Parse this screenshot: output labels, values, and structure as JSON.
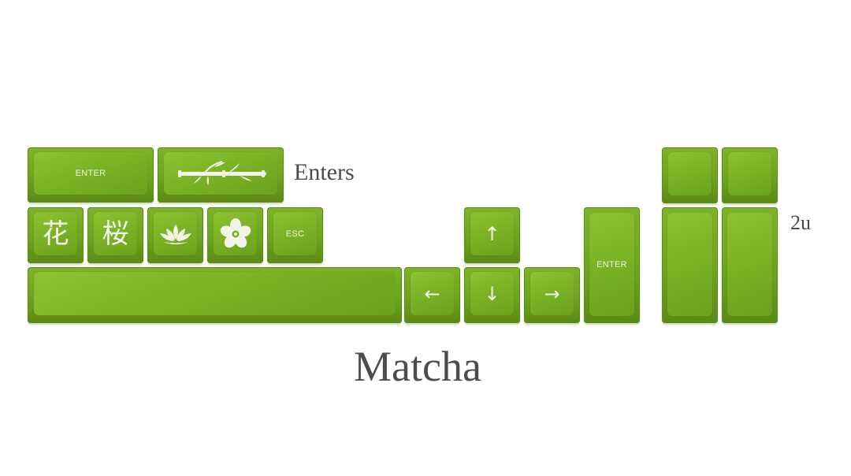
{
  "labels": {
    "enters": "Enters",
    "two_u": "2u",
    "title": "Matcha"
  },
  "keys": {
    "enter_wide": "ENTER",
    "kanji_flower": "花",
    "kanji_sakura": "桜",
    "esc": "ESC",
    "arrow_up": "↑",
    "arrow_left": "←",
    "arrow_down": "↓",
    "arrow_right": "→",
    "enter_tall": "ENTER"
  },
  "icons": {
    "bamboo": "bamboo-icon",
    "lotus": "lotus-icon",
    "flower": "flower-icon"
  },
  "colors": {
    "keycap_green": "#78b024",
    "keycap_dark": "#5b8a16",
    "legend": "#f4f6ee",
    "text": "#4a4a4a",
    "background": "#ffffff"
  }
}
